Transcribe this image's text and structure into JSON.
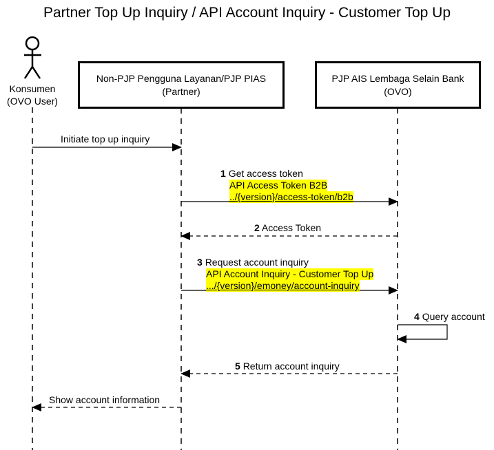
{
  "title": "Partner Top Up Inquiry / API Account Inquiry - Customer Top Up",
  "participants": [
    {
      "id": "consumer",
      "type": "actor",
      "line1": "Konsumen",
      "line2": "(OVO User)",
      "icon": "stick-figure-actor-icon"
    },
    {
      "id": "partner",
      "type": "box",
      "line1": "Non-PJP Pengguna Layanan/PJP PIAS",
      "line2": "(Partner)"
    },
    {
      "id": "ovo",
      "type": "box",
      "line1": "PJP AIS Lembaga Selain Bank",
      "line2": "(OVO)"
    }
  ],
  "messages": [
    {
      "num": "",
      "text": "Initiate top up inquiry",
      "from": "consumer",
      "to": "partner",
      "style": "solid"
    },
    {
      "num": "1",
      "text": "Get access token",
      "api_name": "API Access Token B2B",
      "api_path": "../{version}/access-token/b2b",
      "from": "partner",
      "to": "ovo",
      "style": "solid"
    },
    {
      "num": "2",
      "text": "Access Token",
      "from": "ovo",
      "to": "partner",
      "style": "dashed"
    },
    {
      "num": "3",
      "text": "Request account inquiry",
      "api_name": "API Account Inquiry - Customer Top Up",
      "api_path": ".../{version}/emoney/account-inquiry",
      "from": "partner",
      "to": "ovo",
      "style": "solid"
    },
    {
      "num": "4",
      "text": "Query account",
      "from": "ovo",
      "to": "ovo",
      "style": "solid"
    },
    {
      "num": "5",
      "text": "Return account inquiry",
      "from": "ovo",
      "to": "partner",
      "style": "dashed"
    },
    {
      "num": "",
      "text": "Show account information",
      "from": "partner",
      "to": "consumer",
      "style": "dashed"
    }
  ],
  "colors": {
    "highlight": "#ffff00",
    "line": "#000000"
  }
}
